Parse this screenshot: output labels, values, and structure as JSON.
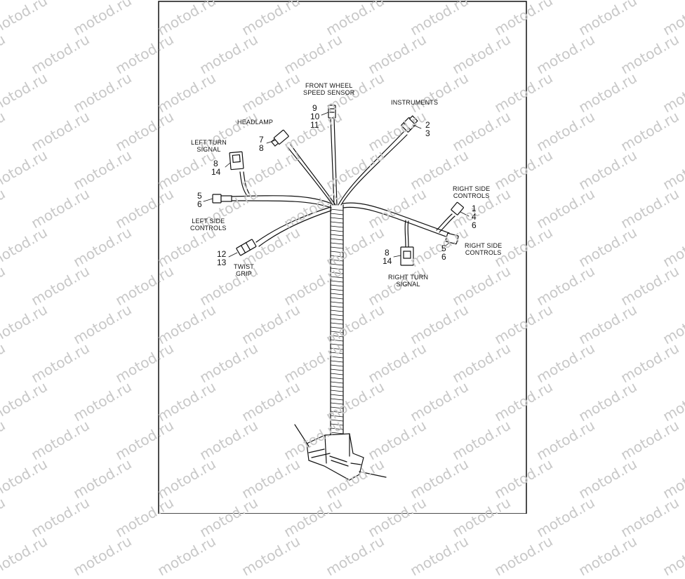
{
  "watermark": "motod.ru",
  "labels": {
    "front_wheel_1": "FRONT WHEEL",
    "front_wheel_2": "SPEED SENSOR",
    "instruments": "INSTRUMENTS",
    "headlamp": "HEADLAMP",
    "left_turn_1": "LEFT TURN",
    "left_turn_2": "SIGNAL",
    "left_side_1": "LEFT SIDE",
    "left_side_2": "CONTROLS",
    "twist_1": "TWIST",
    "twist_2": "GRIP",
    "right_side_a_1": "RIGHT SIDE",
    "right_side_a_2": "CONTROLS",
    "right_side_b_1": "RIGHT SIDE",
    "right_side_b_2": "CONTROLS",
    "right_turn_1": "RIGHT TURN",
    "right_turn_2": "SIGNAL"
  },
  "callouts": {
    "fw_a": "9",
    "fw_b": "10",
    "fw_c": "11",
    "inst_a": "2",
    "inst_b": "3",
    "head_a": "7",
    "head_b": "8",
    "lt_a": "8",
    "lt_b": "14",
    "ls_a": "5",
    "ls_b": "6",
    "tg_a": "12",
    "tg_b": "13",
    "rs1_a": "1",
    "rs1_b": "4",
    "rs1_c": "6",
    "rs2_a": "5",
    "rs2_b": "6",
    "rt_a": "8",
    "rt_b": "14"
  }
}
